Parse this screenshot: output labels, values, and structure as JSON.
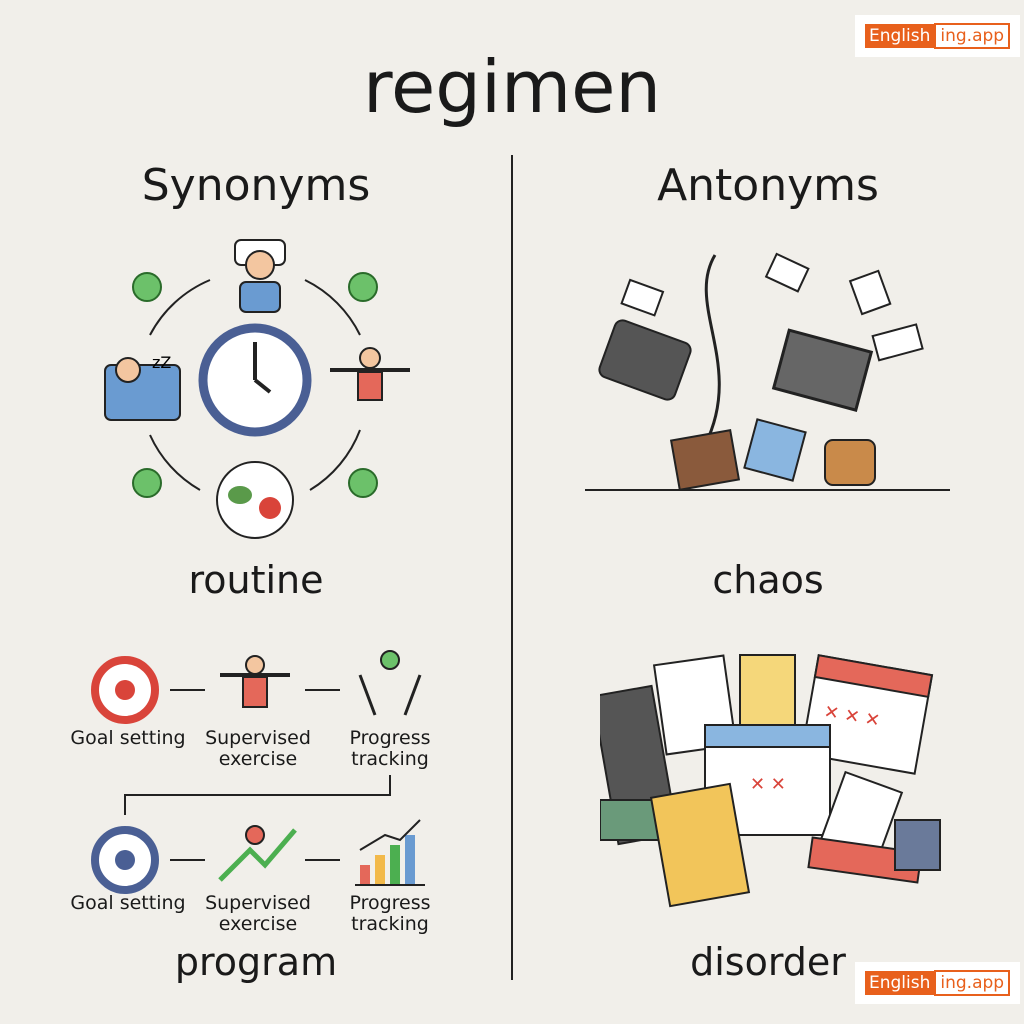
{
  "title": "regimen",
  "logo": {
    "part1": "English",
    "part2": "ing.app"
  },
  "synonyms": {
    "heading": "Synonyms",
    "words": [
      "routine",
      "program"
    ],
    "program_steps_row1": [
      "Goal setting",
      "Supervised exercise",
      "Progress tracking"
    ],
    "program_steps_row2": [
      "Goal setting",
      "Supervised exercise",
      "Progress tracking"
    ]
  },
  "antonyms": {
    "heading": "Antonyms",
    "words": [
      "chaos",
      "disorder"
    ]
  },
  "colors": {
    "accent": "#e8601c",
    "check": "#4caf50",
    "clock": "#4a5f94"
  }
}
